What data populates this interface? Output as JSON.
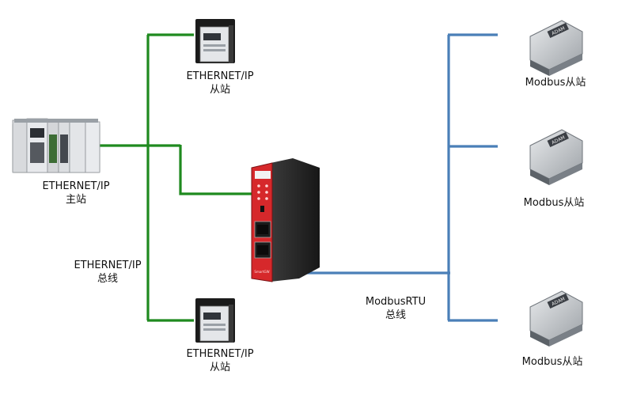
{
  "labels": {
    "master": {
      "line1": "ETHERNET/IP",
      "line2": "主站"
    },
    "slave_top": {
      "line1": "ETHERNET/IP",
      "line2": "从站"
    },
    "slave_bottom": {
      "line1": "ETHERNET/IP",
      "line2": "从站"
    },
    "eip_bus": {
      "line1": "ETHERNET/IP",
      "line2": "总线"
    },
    "modbus_bus": {
      "line1": "ModbusRTU",
      "line2": "总线"
    },
    "modbus_slave_1": "Modbus从站",
    "modbus_slave_2": "Modbus从站",
    "modbus_slave_3": "Modbus从站"
  },
  "device_text": {
    "gateway_brand": "SmartGW",
    "adam_brand": "ADAM"
  },
  "colors": {
    "ethernet_line": "#1f8a1f",
    "modbus_line": "#4a7fb8",
    "gateway_red": "#d6282b"
  }
}
